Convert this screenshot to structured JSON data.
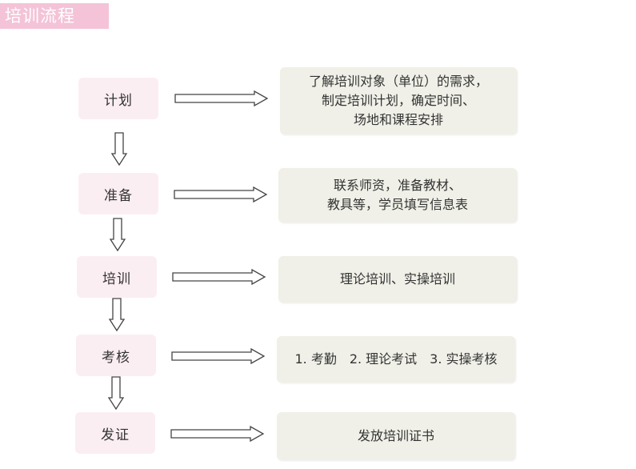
{
  "header": {
    "title": "培训流程"
  },
  "steps": [
    {
      "label": "计划",
      "description": [
        "了解培训对象（单位）的需求，",
        "制定培训计划，确定时间、",
        "场地和课程安排"
      ]
    },
    {
      "label": "准备",
      "description": [
        "联系师资，准备教材、",
        "教具等，学员填写信息表"
      ]
    },
    {
      "label": "培训",
      "description": [
        "理论培训、实操培训"
      ]
    },
    {
      "label": "考核",
      "description": [
        "1. 考勤　2. 理论考试　3. 实操考核"
      ]
    },
    {
      "label": "发证",
      "description": [
        "发放培训证书"
      ]
    }
  ],
  "colors": {
    "title_banner": "#f4c3d7",
    "step_box": "#fbeef3",
    "desc_box": "#f0f0e8",
    "arrow_stroke": "#444444"
  }
}
